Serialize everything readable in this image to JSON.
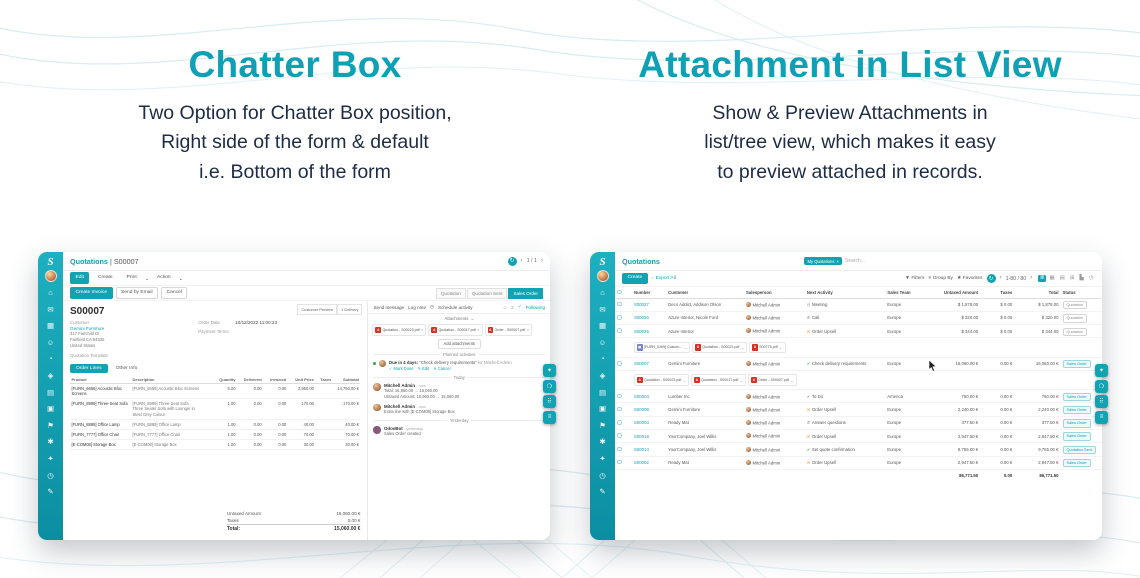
{
  "features": {
    "left": {
      "title": "Chatter Box",
      "description_lines": [
        "Two Option for Chatter Box position,",
        "Right side of the form & default",
        "i.e. Bottom of the form"
      ]
    },
    "right": {
      "title": "Attachment in List View",
      "description_lines": [
        "Show & Preview Attachments in",
        "list/tree view, which makes it easy",
        "to preview attached in records."
      ]
    }
  },
  "colors": {
    "brand_teal": "#0fa0b5",
    "sidebar_top": "#1db0c0",
    "sidebar_bottom": "#0c8ea1",
    "pdf_red": "#d93025",
    "wave_line": "#d8ecf1",
    "body_text": "#1d2b45",
    "status_green": "#43a047",
    "warn_orange": "#e8a23c"
  },
  "glyphs": {
    "clock": "◷",
    "plus": "+",
    "download": "↓",
    "filter": "▼",
    "group": "≡",
    "star": "★",
    "refresh": "↻",
    "chev_left": "‹",
    "chev_right": "›",
    "close": "×",
    "dropdown": "⌄",
    "user": "☺",
    "check": "✓"
  },
  "sidebar": {
    "logo": "S",
    "icons": [
      {
        "name": "home-icon",
        "glyph": "⌂"
      },
      {
        "name": "discuss-icon",
        "glyph": "✉"
      },
      {
        "name": "calendar-icon",
        "glyph": "▦"
      },
      {
        "name": "contacts-icon",
        "glyph": "☺"
      },
      {
        "name": "crm-icon",
        "glyph": "◔"
      },
      {
        "name": "sales-icon",
        "glyph": "◈"
      },
      {
        "name": "invoicing-icon",
        "glyph": "▤"
      },
      {
        "name": "inventory-icon",
        "glyph": "▣"
      },
      {
        "name": "purchase-icon",
        "glyph": "⚑"
      },
      {
        "name": "manufacturing-icon",
        "glyph": "✱"
      },
      {
        "name": "employees-icon",
        "glyph": "✦"
      },
      {
        "name": "timesheets-icon",
        "glyph": "◷"
      },
      {
        "name": "settings-icon",
        "glyph": "✎"
      }
    ]
  },
  "float_tools": [
    {
      "name": "theme-options-button",
      "glyph": "✦"
    },
    {
      "name": "global-search-button",
      "glyph": "❍"
    },
    {
      "name": "apps-grid-button",
      "glyph": "⠿"
    },
    {
      "name": "bookmarks-button",
      "glyph": "≡"
    }
  ],
  "form_app": {
    "breadcrumb_app": "Quotations",
    "breadcrumb_sep": "|",
    "breadcrumb_record": "S00007",
    "pager": "1 / 1",
    "toolbar": {
      "edit": "Edit",
      "create": "Create",
      "print": "Print",
      "action": "Action"
    },
    "actions": [
      "Create Invoice",
      "Send by Email",
      "Cancel"
    ],
    "statusbar": [
      "Quotation",
      "Quotation Sent",
      "Sales Order"
    ],
    "status_active": "Sales Order",
    "smart_buttons": [
      "Customer Preview",
      "1 Delivery"
    ],
    "record": {
      "name": "S00007",
      "customer_label": "Customer",
      "customer": "Gemini Furniture",
      "address": [
        "317 Fairchild Dr",
        "Fairfield CA 94535",
        "United States"
      ],
      "order_date_label": "Order Date",
      "order_date": "10/12/2022 11:00:23",
      "payment_terms_label": "Payment Terms",
      "template_label": "Quotation Template"
    },
    "tabs": [
      "Order Lines",
      "Other Info"
    ],
    "table": {
      "headers": [
        "Product",
        "Description",
        "Quantity",
        "Delivered",
        "Invoiced",
        "Unit Price",
        "Taxes",
        "Subtotal"
      ],
      "rows": [
        {
          "product": "[FURN_6666] Acoustic Bloc Screens",
          "description": [
            "[FURN_6666] Acoustic Bloc Screens"
          ],
          "quantity": "5.00",
          "delivered": "0.00",
          "invoiced": "0.00",
          "unit_price": "2,950.00",
          "taxes": "",
          "subtotal": "14,750.00 €"
        },
        {
          "product": "[FURN_8999] Three-Seat Sofa",
          "description": [
            "[FURN_8999] Three-Seat Sofa",
            "Three Seater Sofa with Lounger in",
            "Steel Grey Colour"
          ],
          "quantity": "1.00",
          "delivered": "0.00",
          "invoiced": "0.00",
          "unit_price": "170.00",
          "taxes": "",
          "subtotal": "170.00 €"
        },
        {
          "product": "[FURN_8888] Office Lamp",
          "description": [
            "[FURN_8888] Office Lamp"
          ],
          "quantity": "1.00",
          "delivered": "0.00",
          "invoiced": "0.00",
          "unit_price": "40.00",
          "taxes": "",
          "subtotal": "40.00 €"
        },
        {
          "product": "[FURN_7777] Office Chair",
          "description": [
            "[FURN_7777] Office Chair"
          ],
          "quantity": "1.00",
          "delivered": "0.00",
          "invoiced": "0.00",
          "unit_price": "70.00",
          "taxes": "",
          "subtotal": "70.00 €"
        },
        {
          "product": "[E-COM08] Storage Box",
          "description": [
            "[E-COM08] Storage Box"
          ],
          "quantity": "1.00",
          "delivered": "0.00",
          "invoiced": "0.00",
          "unit_price": "30.00",
          "taxes": "",
          "subtotal": "30.00 €"
        }
      ]
    },
    "totals": {
      "untaxed_label": "Untaxed Amount",
      "untaxed": "15,060.00 €",
      "taxes_label": "Taxes",
      "taxes": "0.00 €",
      "total_label": "Total:",
      "total": "15,060.00 €"
    },
    "chatter": {
      "send_message": "Send message",
      "log_note": "Log note",
      "schedule_activity": "Schedule activity",
      "followers": "2",
      "following": "Following",
      "attachments_title": "Attachments",
      "attachments": [
        "Quotation - S00023.pdf",
        "Quotation - S00017.pdf",
        "Order - S00007.pdf"
      ],
      "add_attachments": "Add attachments",
      "planned_activities": "Planned activities",
      "activity": {
        "due": "Due in 4 days:",
        "summary": "“Check delivery requirements”",
        "assignee": "for Mitchell Admin",
        "actions": [
          "✓ Mark Done",
          "✎ Edit",
          "✕ Cancel"
        ]
      },
      "today_label": "Today",
      "today_messages": [
        {
          "author": "Mitchell Admin",
          "time": "- now",
          "avatar": "mitchell",
          "lines": [
            "Total: 16,960.00 → 15,060.00",
            "Untaxed Amount: 16,960.00 → 15,060.00"
          ]
        },
        {
          "author": "Mitchell Admin",
          "time": "- now",
          "avatar": "mitchell",
          "lines": [
            "Extra line with [E-COM08] Storage Box"
          ]
        }
      ],
      "yesterday_label": "Yesterday",
      "yesterday_messages": [
        {
          "author": "OdooBot",
          "time": "- yesterday",
          "avatar": "odoobot",
          "lines": [
            "Sales Order created"
          ]
        }
      ]
    }
  },
  "list_app": {
    "title": "Quotations",
    "search": {
      "chip": "My Quotations",
      "placeholder": "Search..."
    },
    "controls": {
      "create": "Create",
      "export": "Export All",
      "filters": "Filters",
      "group_by": "Group By",
      "favorites": "Favorites",
      "pager": "1-80 / 80"
    },
    "views": [
      {
        "name": "list-view-icon",
        "glyph": "≣",
        "active": true
      },
      {
        "name": "kanban-view-icon",
        "glyph": "▦",
        "active": false
      },
      {
        "name": "calendar-view-icon",
        "glyph": "▤",
        "active": false
      },
      {
        "name": "pivot-view-icon",
        "glyph": "⊞",
        "active": false
      },
      {
        "name": "graph-view-icon",
        "glyph": "▙",
        "active": false
      },
      {
        "name": "activity-view-icon",
        "glyph": "◷",
        "active": false
      }
    ],
    "icon_map": {
      "meeting": {
        "glyph": "◷",
        "color": "#7a7a7a"
      },
      "call": {
        "glyph": "✆",
        "color": "#7a7a7a"
      },
      "upsell": {
        "glyph": "✉",
        "color": "#e8a23c"
      },
      "check": {
        "glyph": "✔",
        "color": "#43a047"
      },
      "todo": {
        "glyph": "✔",
        "color": "#7a7a7a"
      },
      "question": {
        "glyph": "✆",
        "color": "#7a7a7a"
      },
      "confirm": {
        "glyph": "✔",
        "color": "#43a047"
      }
    },
    "headers": [
      "Number",
      "Customer",
      "Salesperson",
      "Next Activity",
      "Sales Team",
      "Untaxed Amount",
      "Taxes",
      "Total",
      "Status"
    ],
    "rows": [
      {
        "type": "record",
        "number": "S00027",
        "customer": "Deco Addict, Addison Olson",
        "salesperson": "Mitchell Admin",
        "icon": "meeting",
        "activity": "Meeting",
        "team": "Europe",
        "untaxed": "$ 1,878.00",
        "taxes": "$ 0.00",
        "total": "$ 1,878.00",
        "status": "Quotation"
      },
      {
        "type": "record",
        "number": "S00026",
        "customer": "Azure Interior, Nicole Ford",
        "salesperson": "Mitchell Admin",
        "icon": "call",
        "activity": "Call",
        "team": "Europe",
        "untaxed": "$ 320.00",
        "taxes": "$ 0.00",
        "total": "$ 320.00",
        "status": "Quotation"
      },
      {
        "type": "record",
        "number": "S00025",
        "customer": "Azure Interior",
        "salesperson": "Mitchell Admin",
        "icon": "upsell",
        "activity": "Order Upsell",
        "team": "Europe",
        "untaxed": "$ 344.00",
        "taxes": "$ 0.00",
        "total": "$ 344.00",
        "status": "Quotation"
      },
      {
        "type": "attachments",
        "files": [
          {
            "label": "[FURN_0269] Custom...",
            "kind": "image"
          },
          {
            "label": "Quotation - S00023.pdf",
            "kind": "pdf"
          },
          {
            "label": "S00775.pdf",
            "kind": "pdf"
          }
        ]
      },
      {
        "type": "record",
        "number": "S00007",
        "customer": "Gemini Furniture",
        "salesperson": "Mitchell Admin",
        "icon": "check",
        "activity": "Check delivery requirements",
        "team": "Europe",
        "untaxed": "15,060.00 €",
        "taxes": "0.00 €",
        "total": "15,060.00 €",
        "status": "Sales Order"
      },
      {
        "type": "attachments",
        "files": [
          {
            "label": "Quotation - S00023.pdf",
            "kind": "pdf"
          },
          {
            "label": "Quotation - S00017.pdf",
            "kind": "pdf"
          },
          {
            "label": "Order - S00007.pdf",
            "kind": "pdf"
          }
        ]
      },
      {
        "type": "record",
        "number": "S00004",
        "customer": "Lumber Inc",
        "salesperson": "Mitchell Admin",
        "icon": "todo",
        "activity": "To Do",
        "team": "America",
        "untaxed": "750.00 €",
        "taxes": "0.00 €",
        "total": "750.00 €",
        "status": "Sales Order"
      },
      {
        "type": "record",
        "number": "S00009",
        "customer": "Gemini Furniture",
        "salesperson": "Mitchell Admin",
        "icon": "upsell",
        "activity": "Order Upsell",
        "team": "Europe",
        "untaxed": "2,240.00 €",
        "taxes": "0.00 €",
        "total": "2,240.00 €",
        "status": "Sales Order"
      },
      {
        "type": "record",
        "number": "S00003",
        "customer": "Ready Mat",
        "salesperson": "Mitchell Admin",
        "icon": "question",
        "activity": "Answer questions",
        "team": "Europe",
        "untaxed": "377.50 €",
        "taxes": "0.00 €",
        "total": "377.50 €",
        "status": "Sales Order"
      },
      {
        "type": "record",
        "number": "S00019",
        "customer": "YourCompany, Joel Willis",
        "salesperson": "Mitchell Admin",
        "icon": "upsell",
        "activity": "Order Upsell",
        "team": "Europe",
        "untaxed": "2,947.50 €",
        "taxes": "0.00 €",
        "total": "2,947.50 €",
        "status": "Sales Order"
      },
      {
        "type": "record",
        "number": "S00014",
        "customer": "YourCompany, Joel Willis",
        "salesperson": "Mitchell Admin",
        "icon": "confirm",
        "activity": "Set quote confirmation",
        "team": "Europe",
        "untaxed": "9,755.00 €",
        "taxes": "0.00 €",
        "total": "9,755.00 €",
        "status": "Quotation Sent"
      },
      {
        "type": "record",
        "number": "S00002",
        "customer": "Ready Mat",
        "salesperson": "Mitchell Admin",
        "icon": "upsell",
        "activity": "Order Upsell",
        "team": "Europe",
        "untaxed": "2,947.50 €",
        "taxes": "0.00 €",
        "total": "2,947.50 €",
        "status": "Sales Order"
      }
    ],
    "totals": {
      "untaxed": "86,771.50",
      "taxes": "0.00",
      "total": "86,771.50"
    }
  }
}
